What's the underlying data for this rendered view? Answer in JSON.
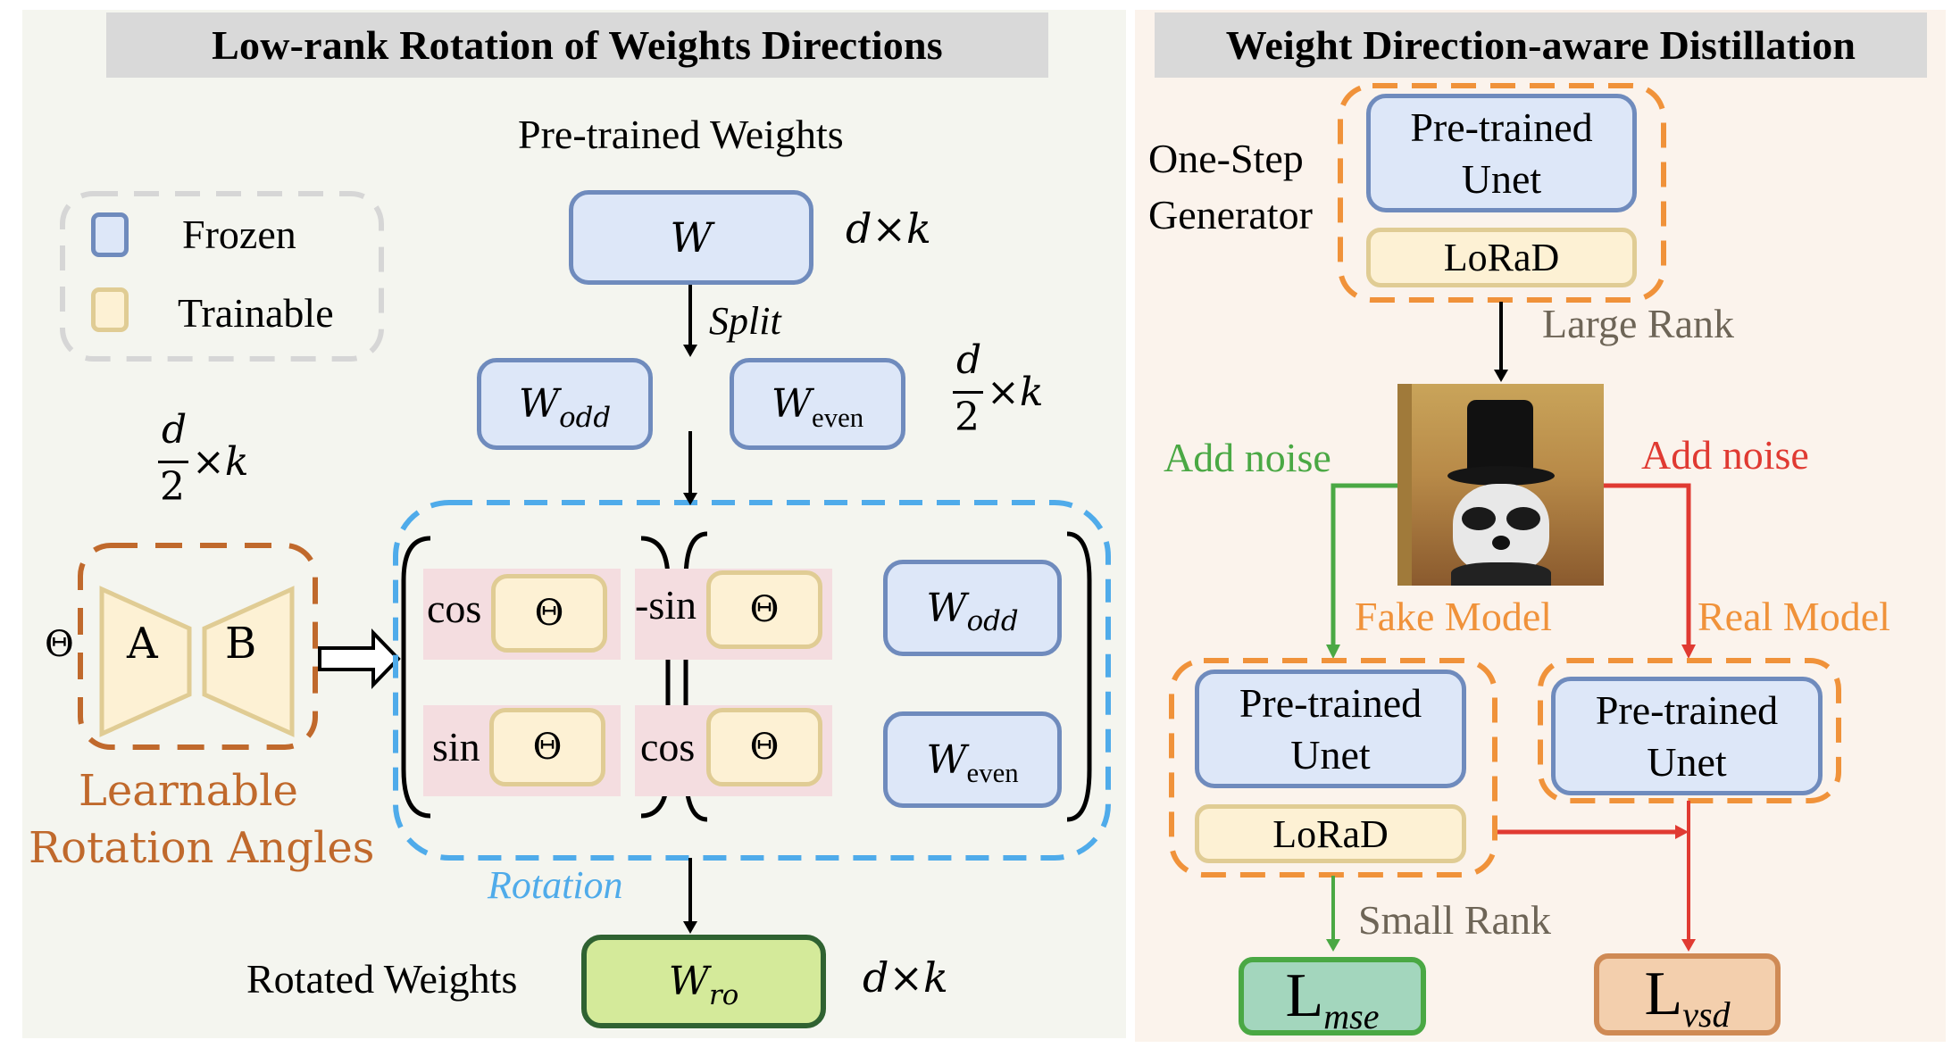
{
  "left_panel": {
    "title": "Low-rank Rotation of Weights Directions",
    "pretrained_weights_label": "Pre-trained Weights",
    "w_box": "W",
    "w_dims": "d×k",
    "split_label": "Split",
    "w_odd": {
      "base": "W",
      "sub": "odd"
    },
    "w_even": {
      "base": "W",
      "sub": "even"
    },
    "half_dims": {
      "num": "d",
      "den": "2",
      "rest": "×k"
    },
    "legend": {
      "frozen": "Frozen",
      "trainable": "Trainable"
    },
    "lora": {
      "theta": "Θ",
      "a": "A",
      "b": "B"
    },
    "learnable_line1": "Learnable",
    "learnable_line2": "Rotation Angles",
    "matrix": {
      "cells": [
        {
          "fn": "cos",
          "arg": "Θ"
        },
        {
          "fn": "-sin",
          "arg": "Θ"
        },
        {
          "fn": "sin",
          "arg": "Θ"
        },
        {
          "fn": "cos",
          "arg": "Θ"
        }
      ],
      "vector": [
        {
          "base": "W",
          "sub": "odd"
        },
        {
          "base": "W",
          "sub": "even"
        }
      ]
    },
    "rotation_label": "Rotation",
    "rotated_weights_label": "Rotated Weights",
    "w_ro": {
      "base": "W",
      "sub": "ro"
    },
    "w_ro_dims": "d×k"
  },
  "right_panel": {
    "title": "Weight Direction-aware Distillation",
    "generator_label_line1": "One-Step",
    "generator_label_line2": "Generator",
    "unet_line1": "Pre-trained",
    "unet_line2": "Unet",
    "lorad": "LoRaD",
    "large_rank": "Large Rank",
    "image_alt": "raccoon-in-top-hat",
    "add_noise_left": "Add noise",
    "add_noise_right": "Add noise",
    "fake_model": "Fake Model",
    "real_model": "Real Model",
    "small_rank": "Small Rank",
    "loss_mse": {
      "base": "L",
      "sub": "mse"
    },
    "loss_vsd": {
      "base": "L",
      "sub": "vsd"
    }
  },
  "colors": {
    "frozen_fill": "#dde7f8",
    "frozen_border": "#6f8bbd",
    "trainable_fill": "#fdf1d4",
    "trainable_border": "#e0cc94",
    "rotation_blue": "#4fabea",
    "lora_brown": "#c0692c",
    "model_orange": "#f0923a",
    "noise_green": "#4aa844",
    "noise_red": "#e03a32",
    "rank_gray": "#6e6557"
  }
}
